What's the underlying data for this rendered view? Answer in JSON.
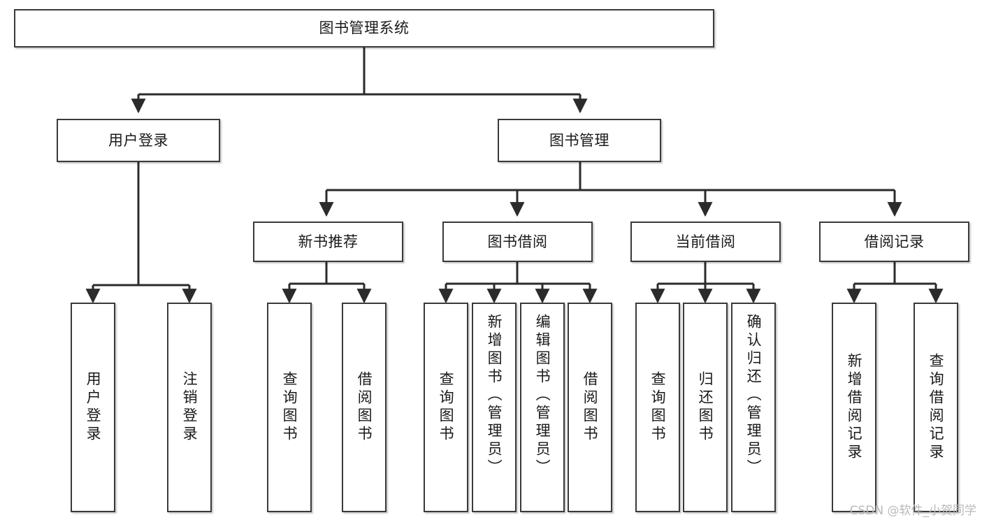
{
  "diagram": {
    "title": "图书管理系统",
    "type": "tree-hierarchy",
    "watermark": "CSDN @软件_小贺同学",
    "colors": {
      "background": "#ffffff",
      "node_border": "#3a3a3a",
      "node_fill": "#ffffff",
      "edge": "#2b2b2b",
      "text": "#1a1a1a",
      "watermark": "#b9b9b9"
    },
    "nodes": {
      "root": {
        "label": "图书管理系统",
        "level": 1
      },
      "level2": [
        {
          "id": "user-login",
          "label": "用户登录"
        },
        {
          "id": "book-management",
          "label": "图书管理"
        }
      ],
      "level3": [
        {
          "id": "new-book-recommend",
          "label": "新书推荐"
        },
        {
          "id": "book-borrow",
          "label": "图书借阅"
        },
        {
          "id": "current-borrow",
          "label": "当前借阅"
        },
        {
          "id": "borrow-record",
          "label": "借阅记录"
        }
      ],
      "leaves": {
        "user-login": [
          {
            "id": "leaf-user-login",
            "label": "用户登录"
          },
          {
            "id": "leaf-logout-login",
            "label": "注销登录"
          }
        ],
        "new-book-recommend": [
          {
            "id": "leaf-query-book-1",
            "label": "查询图书"
          },
          {
            "id": "leaf-borrow-book-1",
            "label": "借阅图书"
          }
        ],
        "book-borrow": [
          {
            "id": "leaf-query-book-2",
            "label": "查询图书"
          },
          {
            "id": "leaf-add-book-admin",
            "label": "新增图书（管理员）"
          },
          {
            "id": "leaf-edit-book-admin",
            "label": "编辑图书（管理员）"
          },
          {
            "id": "leaf-borrow-book-2",
            "label": "借阅图书"
          }
        ],
        "current-borrow": [
          {
            "id": "leaf-query-book-3",
            "label": "查询图书"
          },
          {
            "id": "leaf-return-book",
            "label": "归还图书"
          },
          {
            "id": "leaf-confirm-return-admin",
            "label": "确认归还（管理员）"
          }
        ],
        "borrow-record": [
          {
            "id": "leaf-add-borrow-record",
            "label": "新增借阅记录"
          },
          {
            "id": "leaf-query-borrow-record",
            "label": "查询借阅记录"
          }
        ]
      }
    }
  }
}
